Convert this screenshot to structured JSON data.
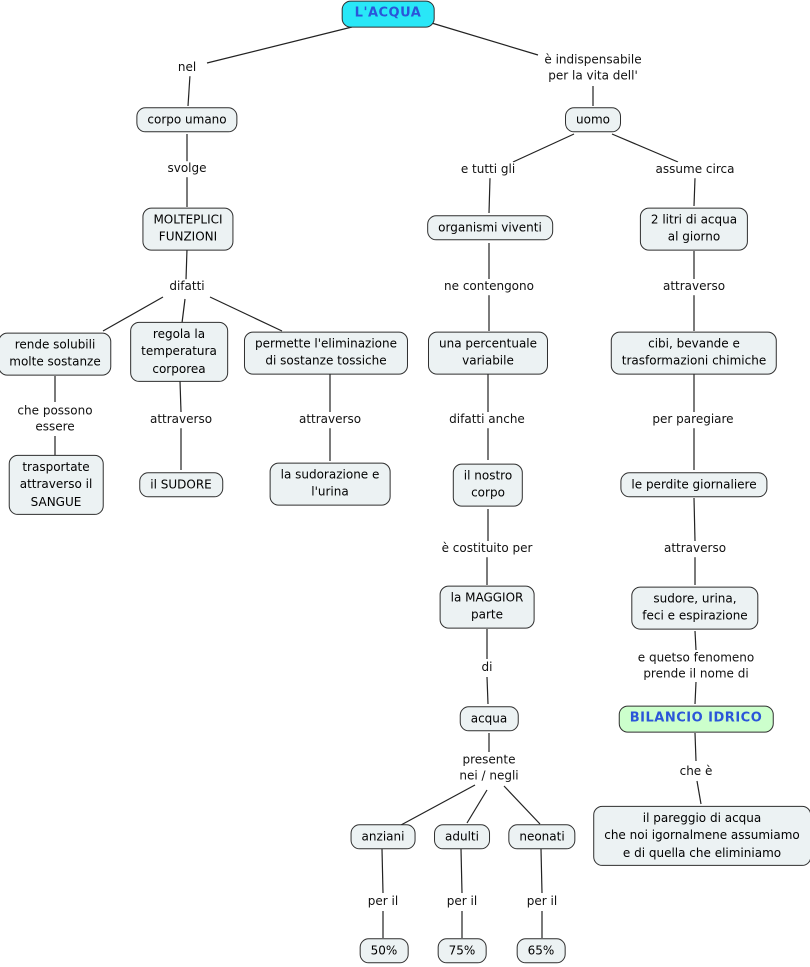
{
  "colors": {
    "root_fill": "#29e7f7",
    "highlight_fill": "#ccffcc",
    "accent_text": "#2b55d9",
    "node_fill": "#ecf2f3",
    "node_border": "#2f2f2f",
    "line": "#222222"
  },
  "nodes": {
    "root": "L'ACQUA",
    "corpo_umano": "corpo umano",
    "molteplici": "MOLTEPLICI\nFUNZIONI",
    "rende_solubili": "rende solubili\nmolte sostanze",
    "regola": "regola la\ntemperatura\ncorporea",
    "permette": "permette l'eliminazione\ndi sostanze tossiche",
    "trasportate": "trasportate\nattraverso il\nSANGUE",
    "il_sudore": "il SUDORE",
    "sudorazione": "la sudorazione e\nl'urina",
    "uomo": "uomo",
    "organismi": "organismi viventi",
    "due_litri": "2 litri di acqua\nal giorno",
    "percentuale": "una percentuale\nvariabile",
    "cibi": "cibi, bevande e\ntrasformazioni chimiche",
    "nostro_corpo": "il nostro\ncorpo",
    "perdite": "le perdite giornaliere",
    "maggior": "la MAGGIOR\nparte",
    "sudore_urina": "sudore, urina,\nfeci e espirazione",
    "acqua": "acqua",
    "bilancio": "BILANCIO IDRICO",
    "anziani": "anziani",
    "adulti": "adulti",
    "neonati": "neonati",
    "pareggio": "il pareggio di acqua\nche noi igornalmene assumiamo\ne di quella che eliminiamo",
    "pct_anziani": "50%",
    "pct_adulti": "75%",
    "pct_neonati": "65%"
  },
  "links": {
    "nel": "nel",
    "indispensabile": "è indispensabile\nper la vita dell'",
    "svolge": "svolge",
    "difatti": "difatti",
    "che_possono": "che possono\nessere",
    "attraverso_regola": "attraverso",
    "attraverso_permette": "attraverso",
    "e_tutti_gli": "e tutti gli",
    "assume_circa": "assume circa",
    "ne_contengono": "ne contengono",
    "attraverso_litri": "attraverso",
    "difatti_anche": "difatti anche",
    "per_paregiare": "per paregiare",
    "costituito": "è costituito per",
    "attraverso_perdite": "attraverso",
    "di": "di",
    "quetso": "e quetso fenomeno\nprende il nome di",
    "presente": "presente\nnei / negli",
    "che_e": "che è",
    "per_il_anziani": "per il",
    "per_il_adulti": "per il",
    "per_il_neonati": "per il"
  }
}
